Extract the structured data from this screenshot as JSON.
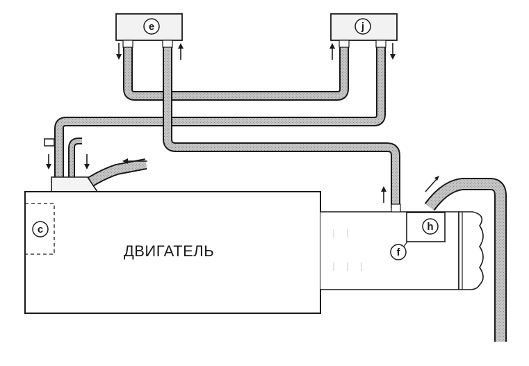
{
  "engine": {
    "label": "ДВИГАТЕЛЬ"
  },
  "components": {
    "c": "c",
    "e": "e",
    "f": "f",
    "h": "h",
    "j": "j"
  },
  "colors": {
    "line": "#1a1a1a",
    "hose_fill": "#b8b8b8",
    "background": "#ffffff"
  }
}
